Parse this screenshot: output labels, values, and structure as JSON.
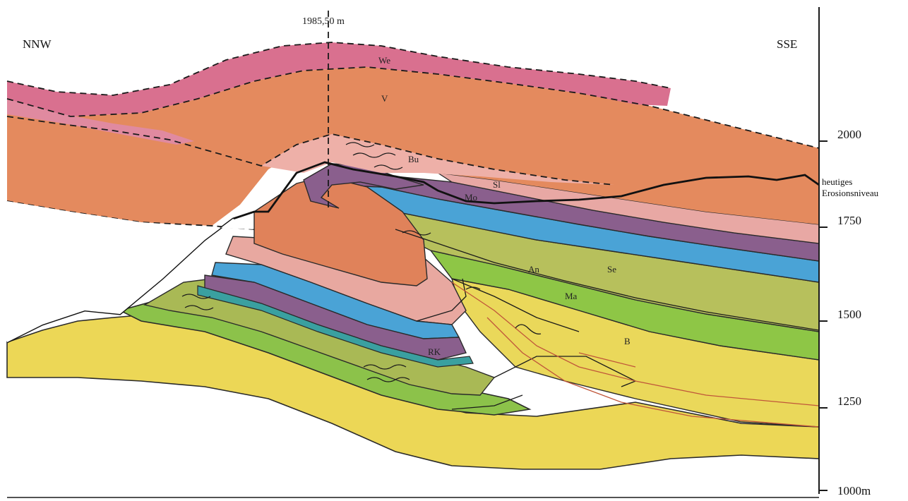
{
  "directions": {
    "left": "NNW",
    "right": "SSE"
  },
  "borehole": {
    "label": "1985,50 m"
  },
  "elevation_axis": {
    "ticks": [
      "2000",
      "1750",
      "1500",
      "1250",
      "1000m"
    ]
  },
  "erosion_level": {
    "line1": "heutiges",
    "line2": "Erosionsniveau"
  },
  "layers": {
    "we": "We",
    "v": "V",
    "bu": "Bu",
    "sl": "Sl",
    "mo": "Mo",
    "an": "An",
    "se": "Se",
    "ma": "Ma",
    "b": "B",
    "rk": "RK"
  },
  "colors": {
    "we": "#d9708f",
    "v": "#e38a5c",
    "bu": "#e8a8a0",
    "mo": "#8a5a8a",
    "sl": "#4aa3d6",
    "se": "#b9c25e",
    "ma": "#8ec646",
    "b": "#e9d24a",
    "base": "#eadb52"
  }
}
